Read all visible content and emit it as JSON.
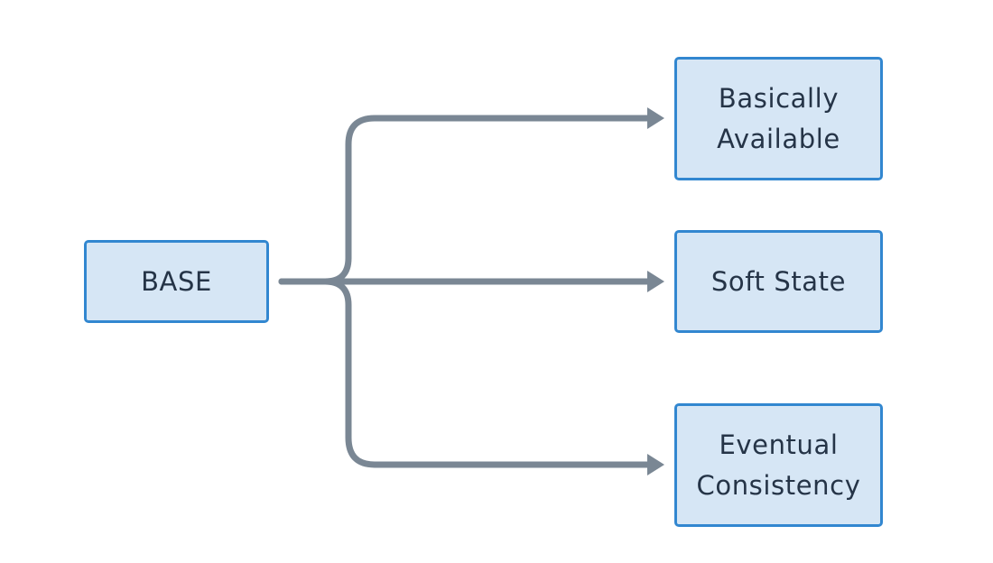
{
  "diagram": {
    "root": {
      "label": "BASE"
    },
    "children": [
      {
        "label": "Basically\nAvailable"
      },
      {
        "label": "Soft State"
      },
      {
        "label": "Eventual\nConsistency"
      }
    ],
    "colors": {
      "node_fill": "#d6e6f5",
      "node_border": "#3287d0",
      "connector": "#7a8794",
      "text": "#253447"
    }
  }
}
